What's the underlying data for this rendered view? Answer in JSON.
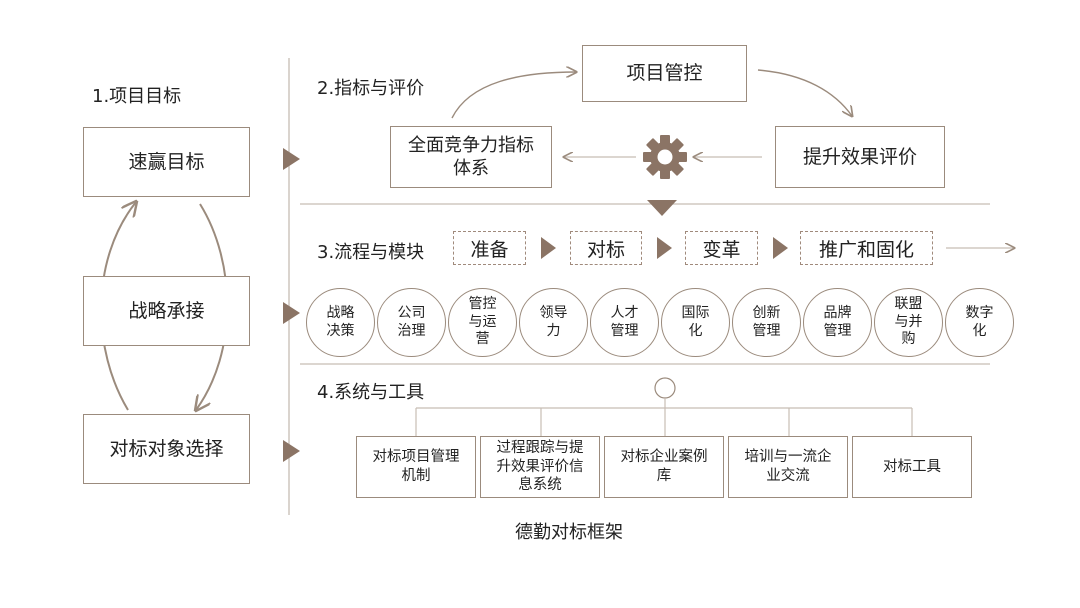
{
  "sections": {
    "goals": "1.项目目标",
    "indicators": "2.指标与评价",
    "process": "3.流程与模块",
    "systems": "4.系统与工具"
  },
  "left_boxes": [
    "速赢目标",
    "战略承接",
    "对标对象选择"
  ],
  "cycle": {
    "project_control": "项目管控",
    "competitiveness_line1": "全面竞争力指标",
    "competitiveness_line2": "体系",
    "evaluation": "提升效果评价"
  },
  "process_steps": [
    "准备",
    "对标",
    "变革",
    "推广和固化"
  ],
  "modules": [
    [
      "战略",
      "决策"
    ],
    [
      "公司",
      "治理"
    ],
    [
      "管控",
      "与运",
      "营"
    ],
    [
      "领导",
      "力"
    ],
    [
      "人才",
      "管理"
    ],
    [
      "国际",
      "化"
    ],
    [
      "创新",
      "管理"
    ],
    [
      "品牌",
      "管理"
    ],
    [
      "联盟",
      "与并",
      "购"
    ],
    [
      "数字",
      "化"
    ]
  ],
  "tools": [
    [
      "对标项目管理",
      "机制"
    ],
    [
      "过程跟踪与提",
      "升效果评价信",
      "息系统"
    ],
    [
      "对标企业案例",
      "库"
    ],
    [
      "培训与一流企",
      "业交流"
    ],
    [
      "对标工具"
    ]
  ],
  "caption": "德勤对标框架",
  "colors": {
    "accent": "#8b7465",
    "border": "#9b8b7d",
    "line": "#c7bdb4"
  },
  "icons": {
    "gear": "gear-icon"
  }
}
